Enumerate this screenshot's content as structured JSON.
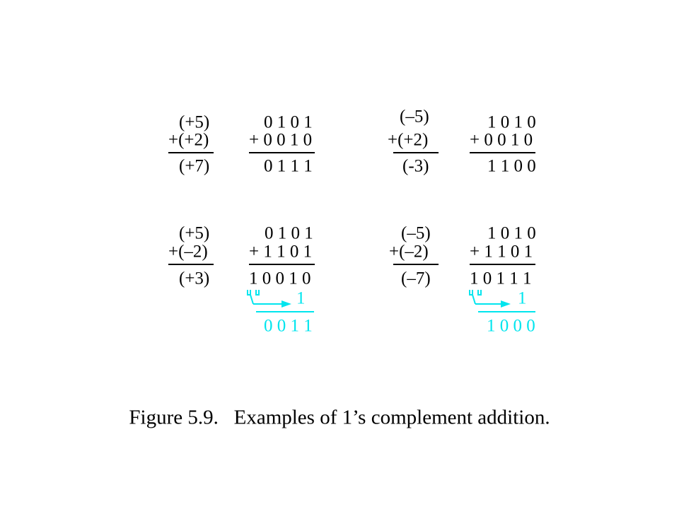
{
  "examples": [
    {
      "decimal": [
        "(+5)",
        "+(+2)",
        "(+7)"
      ],
      "binary": [
        "0 1 0 1",
        "+ 0 0 1 0",
        "0 1 1 1"
      ]
    },
    {
      "decimal": [
        "(–5)",
        "+(+2)",
        "(-3)"
      ],
      "binary": [
        "1 0 1 0",
        "+ 0 0 1 0",
        "1 1 0 0"
      ]
    },
    {
      "decimal": [
        "(+5)",
        "+(–2)",
        "(+3)"
      ],
      "binary": [
        "0 1 0 1",
        "+ 1 1 0 1",
        "1 0 0 1 0"
      ],
      "carry": "1",
      "corrected": "0 0 1 1"
    },
    {
      "decimal": [
        "(–5)",
        "+(–2)",
        "(–7)"
      ],
      "binary": [
        "1 0 1 0",
        "+ 1 1 0 1",
        "1 0 1 1 1"
      ],
      "carry": "1",
      "corrected": "1 0 0 0"
    }
  ],
  "colors": {
    "text": "#000000",
    "end_around_carry": "#00e5ee"
  },
  "caption": "Figure 5.9.   Examples of 1’s complement addition."
}
